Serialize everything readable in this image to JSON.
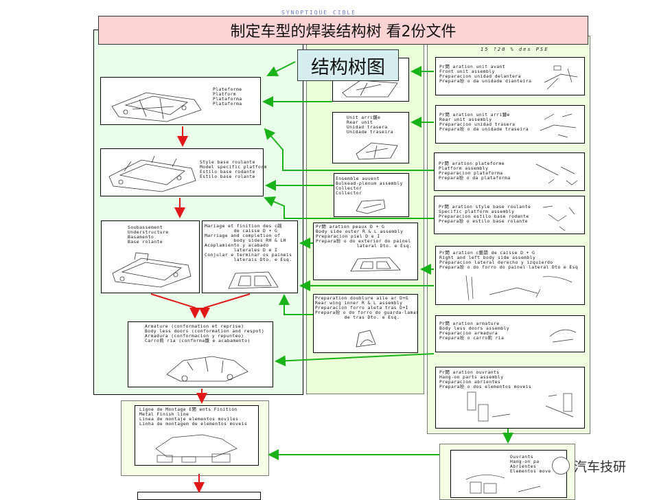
{
  "title": "制定车型的焊装结构树   看2份文件",
  "subtitle": "SYNOPTIQUE CIBLE",
  "tag": "结构树图",
  "column_c_header": "15 ?20 % des PSE",
  "watermark": "汽车技研",
  "left_boxes": [
    {
      "text": "Plateforme\nPlatform\nPlataforma\nPlataforma"
    },
    {
      "text": "Style base roulante\nModel specific platform\nEstilo base rodante\nEstilo base rolante"
    },
    {
      "text": "Soubassement\nUnderstructure\nBasamento\nBase rolante"
    },
    {
      "text": "Mariage et finition des c疏\n          de caisse D + G\nMarriage and completion of\n          body sides RH & LH\nAcoplamiento y acabado\n          laterales D e I\nConjular e terminar os paineis\n          laterais Dto. e Esq."
    },
    {
      "text": "Armature (conformation et reprise)\nBody less doors (conformation and respot)\nArmadura (conformacion y repunteo)\nCarro莉 ria (conforma鏾 e acabamento)"
    }
  ],
  "middle_boxes": [
    {
      "text": ""
    },
    {
      "text": "Unit arri鑢e\nRear unit\nUnidad trasera\nUnidade traseira"
    },
    {
      "text": "Ensemble auvent\nBulkead-plenum assembly\nCollector\nCollector"
    },
    {
      "text": "Pr閜 aration peaux D + G\nBody side outer R & L assembly\nPreparacion piel D e I\nPrepara玢 o do exterior do painel\n              lateral Dto. e Esq."
    },
    {
      "text": "Preparation doublure aile ar D+G\nRear wing inner R & L assembly\nPreparacion forro aleta tras D+I\nPrepara玢 o do forro do guarda-lamas\n          de tras Dto. e Esq."
    }
  ],
  "right_boxes": [
    {
      "text": "Pr閜 aration unit avant\nFront unit assembly\nPreparacion unidad delantera\nPrepara玢 o da unidade dianteira"
    },
    {
      "text": "Pr閜 aration unit arri鑢e\nRear unit assembly\nPreparacion unidad trasera\nPrepara玢 o da unidade traseira"
    },
    {
      "text": "Pr閜 aration plateforme\nPlatform assembly\nPreparacion plataforma\nPrepara玢 o da plataforma"
    },
    {
      "text": "Pr閜 aration style base roulante\nSpecific platform assembly\nPreparacion estilo base rodante\nPrepara玢 o estilo base rolante"
    },
    {
      "text": "Pr閜 aration c魌閟 de caisse D + G\nRight and left body side assembly\nPreparacion lateral derecho y izquierdo\nPrepara玢 o do forro do painel lateral Dto e Esq"
    },
    {
      "text": "Pr閜 aration armature\nBody less doors assembly\nPreparacion armadura\nPrepara玢 o carro莉 ria"
    },
    {
      "text": "Pr閜 aration ouvrants\nHang-on parts assembly\nPreparacion abrientes\nPrepara玢 o dos elementos moveis"
    }
  ],
  "bottom_box": {
    "text": "Ligne de Montage E閙 ents Finition\nMetal Finish line\nLinea de montaje elementos moviles\nLinha de montagem de elementos moveis"
  },
  "ouvrants_box": {
    "text": "Ouvrants\nHang-on pa\nAbrientes\nElementos move"
  },
  "colors": {
    "green_arrow": "#19b219",
    "red_arrow": "#e01818",
    "banner": "#fbd3d3",
    "column_green": "#eaffea"
  }
}
